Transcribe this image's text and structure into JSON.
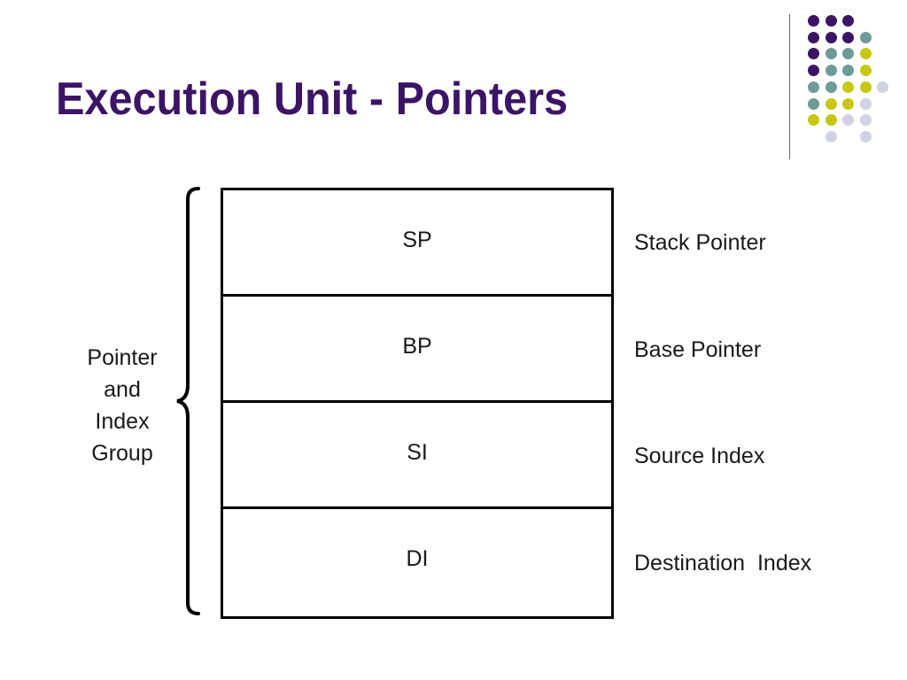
{
  "slide": {
    "title": "Execution Unit - Pointers"
  },
  "decoration": {
    "dot_colors": {
      "purple": "#3c1465",
      "teal": "#6f9a9a",
      "yellow": "#c8c814",
      "lavender": "#d2d2e6"
    }
  },
  "diagram": {
    "group_label": [
      "Pointer",
      "and",
      "Index",
      "Group"
    ],
    "registers": [
      {
        "name": "SP",
        "description": "Stack Pointer"
      },
      {
        "name": "BP",
        "description": "Base Pointer"
      },
      {
        "name": "SI",
        "description": "Source Index"
      },
      {
        "name": "DI",
        "description": "Destination  Index"
      }
    ]
  }
}
